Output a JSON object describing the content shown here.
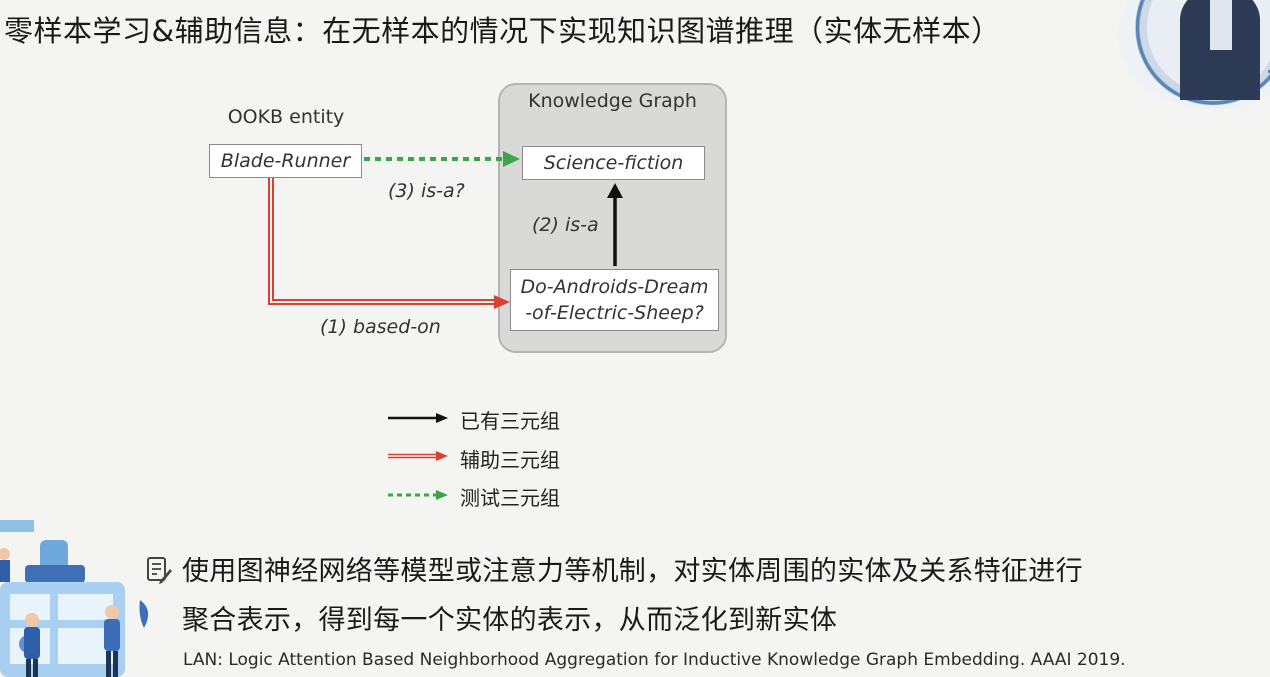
{
  "slide": {
    "title": "零样本学习&辅助信息：在无样本的情况下实现知识图谱推理（实体无样本）",
    "body_line1": "使用图神经网络等模型或注意力等机制，对实体周围的实体及关系特征进行",
    "body_line2": "聚合表示，得到每一个实体的表示，从而泛化到新实体",
    "citation": "LAN: Logic Attention Based Neighborhood Aggregation for Inductive Knowledge Graph Embedding. AAAI 2019."
  },
  "diagram": {
    "ookb_label": "OOKB entity",
    "kg_label": "Knowledge Graph",
    "nodes": {
      "blade_runner": "Blade-Runner",
      "science_fiction": "Science-fiction",
      "dream_line1": "Do-Androids-Dream",
      "dream_line2": "-of-Electric-Sheep?"
    },
    "edges": {
      "is_a_test": "(3) is-a?",
      "is_a": "(2) is-a",
      "based_on": "(1) based-on"
    },
    "legend": {
      "existing": "已有三元组",
      "auxiliary": "辅助三元组",
      "test": "测试三元组"
    },
    "colors": {
      "existing": "#111111",
      "auxiliary": "#d8412f",
      "test": "#3aa648",
      "kg_background": "#d9d9d7"
    }
  },
  "icons": {
    "note": "note-pencil-icon",
    "presenter": "presenter-video",
    "illustration": "people-dashboard-illustration"
  }
}
